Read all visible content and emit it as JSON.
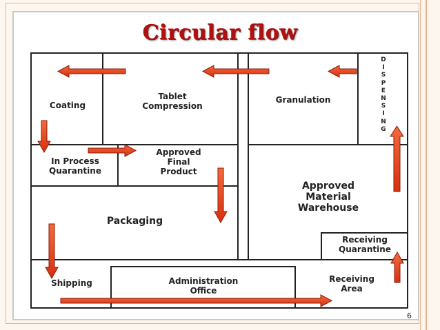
{
  "title": "Circular flow",
  "page_number": "6",
  "rooms": {
    "coating": "Coating",
    "tablet_compression": "Tablet\nCompression",
    "granulation": "Granulation",
    "dispensing": "DISPENSING",
    "in_process_quarantine": "In Process\nQuarantine",
    "approved_final_product": "Approved\nFinal\nProduct",
    "approved_material_warehouse": "Approved\nMaterial\nWarehouse",
    "packaging": "Packaging",
    "receiving_quarantine": "Receiving\nQuarantine",
    "shipping": "Shipping",
    "administration_office": "Administration\nOffice",
    "receiving_area": "Receiving\nArea"
  },
  "colors": {
    "title": "#b01010",
    "arrow_fill": "#e8401c",
    "arrow_stroke": "#8a1a0a",
    "wall": "#222222"
  }
}
